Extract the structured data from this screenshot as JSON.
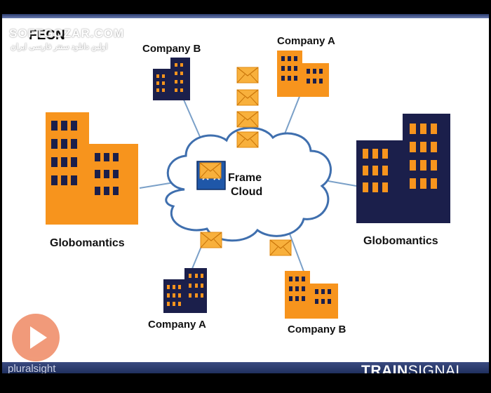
{
  "slide": {
    "title": "FECN",
    "watermark_main": "SOFTGOZAR.COM",
    "watermark_sub": "اولین دانلود سنتر فارسی ایران",
    "cloud_line1": "Frame",
    "cloud_line2": "Cloud",
    "labels": {
      "company_b_top": "Company B",
      "company_a_top": "Company A",
      "globo_left": "Globomantics",
      "globo_right": "Globomantics",
      "company_a_bottom": "Company A",
      "company_b_bottom": "Company B"
    }
  },
  "footer": {
    "left_brand": "pluralsight",
    "right_brand_bold": "TRAIN",
    "right_brand_light": "SIGNAL"
  },
  "colors": {
    "orange": "#f7941d",
    "navy": "#1b1f4b",
    "cloud_stroke": "#3f6fae",
    "envelope": "#f8b03c"
  }
}
